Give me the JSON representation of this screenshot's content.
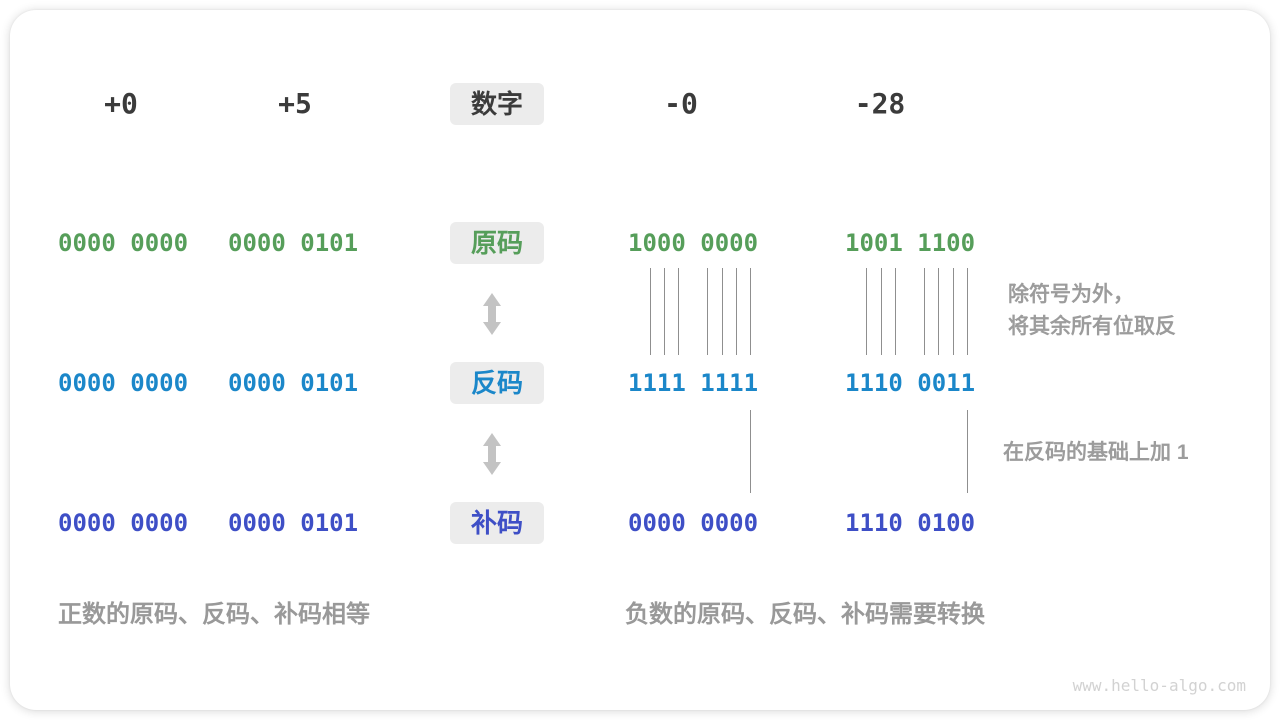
{
  "header": {
    "columns": [
      "+0",
      "+5",
      "-0",
      "-28"
    ],
    "title": "数字"
  },
  "rows": [
    {
      "label": "原码",
      "color": "#569e5a",
      "values": [
        "0000 0000",
        "0000 0101",
        "1000 0000",
        "1001 1100"
      ]
    },
    {
      "label": "反码",
      "color": "#1b87c9",
      "values": [
        "0000 0000",
        "0000 0101",
        "1111 1111",
        "1110 0011"
      ]
    },
    {
      "label": "补码",
      "color": "#3e4fc6",
      "values": [
        "0000 0000",
        "0000 0101",
        "0000 0000",
        "1110 0100"
      ]
    }
  ],
  "annotations": {
    "invert_line1": "除符号为外，",
    "invert_line2": "将其余所有位取反",
    "add_one": "在反码的基础上加 1"
  },
  "captions": {
    "positive": "正数的原码、反码、补码相等",
    "negative": "负数的原码、反码、补码需要转换"
  },
  "watermark": "www.hello-algo.com",
  "colors": {
    "header_text": "#3b3b3b",
    "chip_bg": "#ececec",
    "annotation": "#9c9c9c",
    "arrow": "#c3c3c3",
    "tick_line": "#8f8f8f",
    "watermark": "#d2d2d2"
  }
}
